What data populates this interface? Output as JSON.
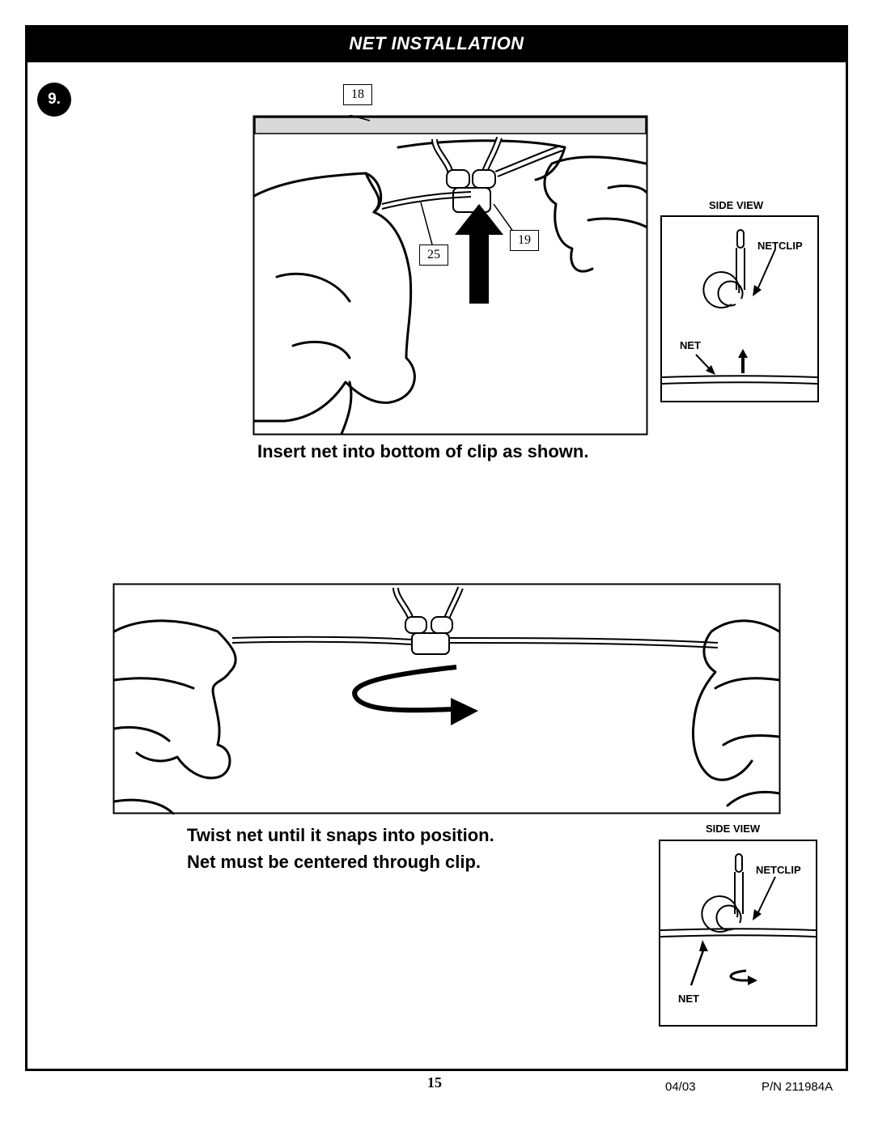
{
  "header": {
    "title": "NET INSTALLATION"
  },
  "step": {
    "number": "9."
  },
  "figure_1": {
    "callouts": {
      "a": "18",
      "b": "19",
      "c": "25"
    },
    "caption": "Insert net into bottom of clip as shown."
  },
  "side_view_1": {
    "title": "SIDE VIEW",
    "netclip_label": "NETCLIP",
    "net_label": "NET"
  },
  "figure_2": {
    "caption_line1": "Twist net until it snaps into position.",
    "caption_line2": "Net must be centered through clip."
  },
  "side_view_2": {
    "title": "SIDE VIEW",
    "netclip_label": "NETCLIP",
    "net_label": "NET"
  },
  "footer": {
    "page_number": "15",
    "date": "04/03",
    "part_number": "P/N 211984A"
  }
}
